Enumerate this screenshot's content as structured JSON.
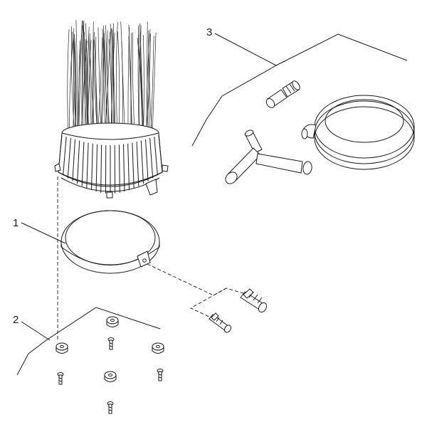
{
  "diagram": {
    "callouts": [
      {
        "id": "1",
        "label": "1"
      },
      {
        "id": "2",
        "label": "2"
      },
      {
        "id": "3",
        "label": "3"
      }
    ],
    "parts": {
      "brush_filter": "brush-filter-basket",
      "clamp_ring": "clamp-ring",
      "mount_kit": "mount-kit-feet-and-screws",
      "accessory_kit": "hose-and-connector-kit"
    }
  }
}
